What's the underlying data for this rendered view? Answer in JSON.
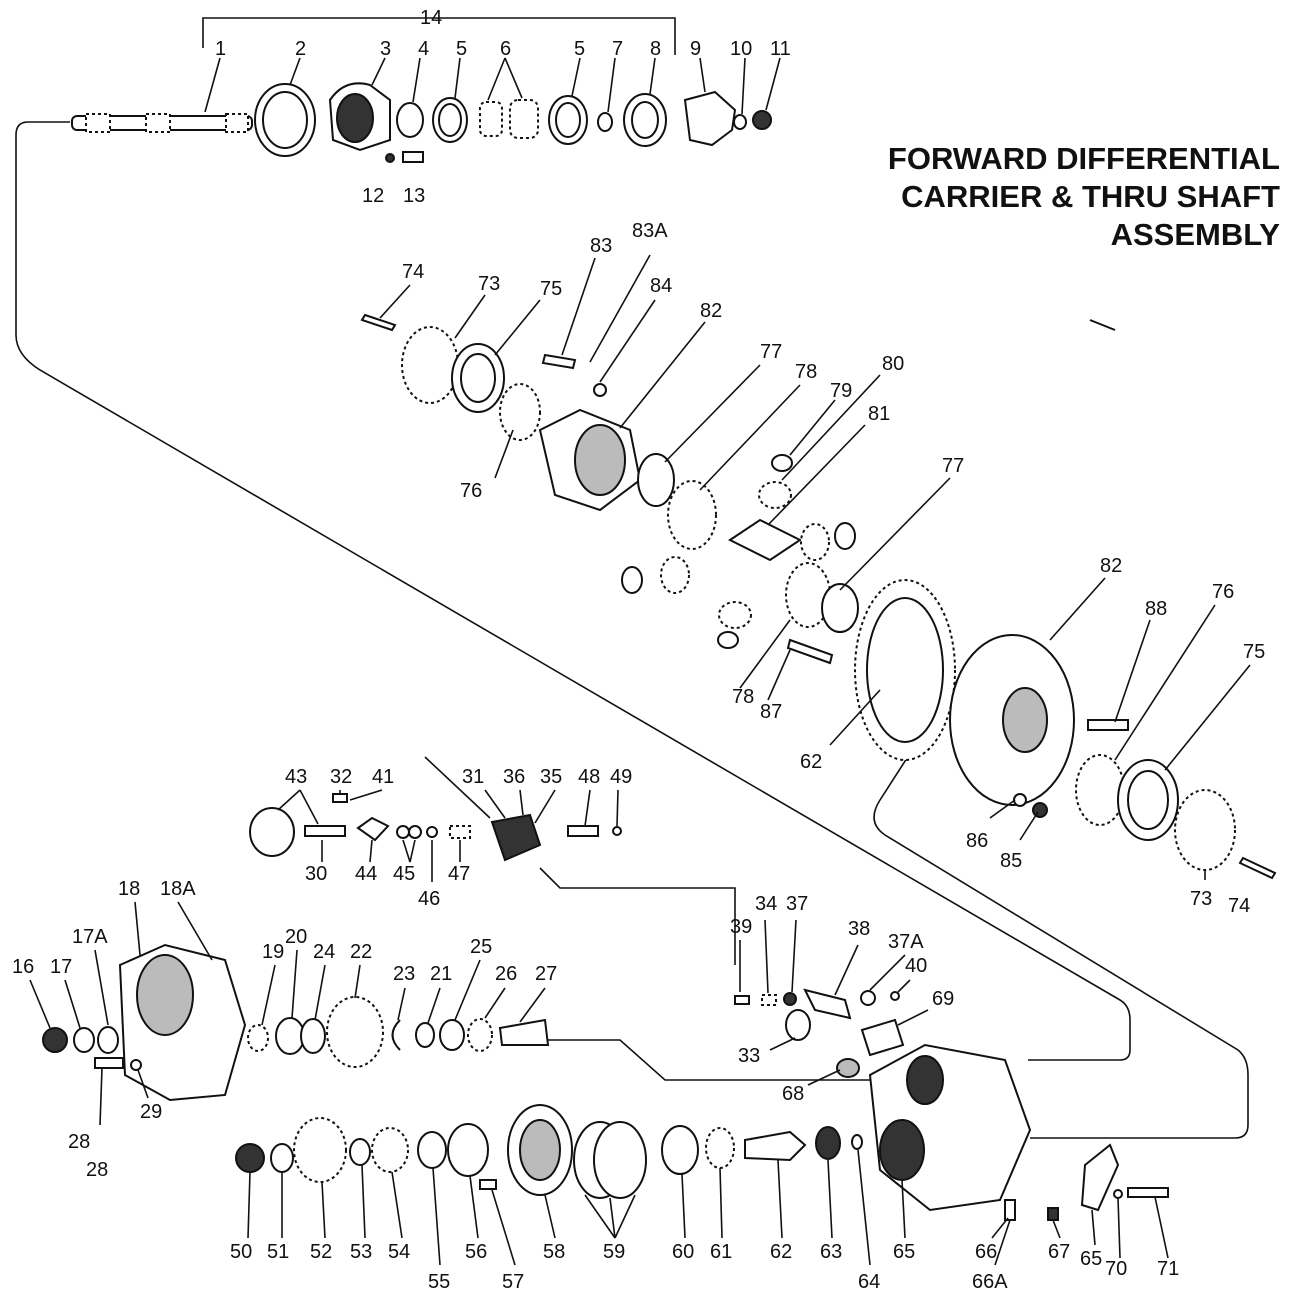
{
  "title": {
    "line1": "FORWARD DIFFERENTIAL",
    "line2": "CARRIER & THRU SHAFT",
    "line3": "ASSEMBLY"
  },
  "labels": [
    {
      "id": "14",
      "text": "14"
    },
    {
      "id": "1",
      "text": "1"
    },
    {
      "id": "2",
      "text": "2"
    },
    {
      "id": "3",
      "text": "3"
    },
    {
      "id": "4",
      "text": "4"
    },
    {
      "id": "5a",
      "text": "5"
    },
    {
      "id": "6",
      "text": "6"
    },
    {
      "id": "5b",
      "text": "5"
    },
    {
      "id": "7",
      "text": "7"
    },
    {
      "id": "8",
      "text": "8"
    },
    {
      "id": "9",
      "text": "9"
    },
    {
      "id": "10",
      "text": "10"
    },
    {
      "id": "11",
      "text": "11"
    },
    {
      "id": "12",
      "text": "12"
    },
    {
      "id": "13",
      "text": "13"
    },
    {
      "id": "74a",
      "text": "74"
    },
    {
      "id": "73a",
      "text": "73"
    },
    {
      "id": "75a",
      "text": "75"
    },
    {
      "id": "83",
      "text": "83"
    },
    {
      "id": "83A",
      "text": "83A"
    },
    {
      "id": "84",
      "text": "84"
    },
    {
      "id": "82a",
      "text": "82"
    },
    {
      "id": "76a",
      "text": "76"
    },
    {
      "id": "77a",
      "text": "77"
    },
    {
      "id": "78a",
      "text": "78"
    },
    {
      "id": "79",
      "text": "79"
    },
    {
      "id": "80",
      "text": "80"
    },
    {
      "id": "81",
      "text": "81"
    },
    {
      "id": "77b",
      "text": "77"
    },
    {
      "id": "78b",
      "text": "78"
    },
    {
      "id": "87",
      "text": "87"
    },
    {
      "id": "62a",
      "text": "62"
    },
    {
      "id": "82b",
      "text": "82"
    },
    {
      "id": "88",
      "text": "88"
    },
    {
      "id": "76b",
      "text": "76"
    },
    {
      "id": "75b",
      "text": "75"
    },
    {
      "id": "86",
      "text": "86"
    },
    {
      "id": "85",
      "text": "85"
    },
    {
      "id": "73b",
      "text": "73"
    },
    {
      "id": "74b",
      "text": "74"
    },
    {
      "id": "43",
      "text": "43"
    },
    {
      "id": "32",
      "text": "32"
    },
    {
      "id": "41",
      "text": "41"
    },
    {
      "id": "30",
      "text": "30"
    },
    {
      "id": "44",
      "text": "44"
    },
    {
      "id": "45",
      "text": "45"
    },
    {
      "id": "46",
      "text": "46"
    },
    {
      "id": "47",
      "text": "47"
    },
    {
      "id": "31",
      "text": "31"
    },
    {
      "id": "36",
      "text": "36"
    },
    {
      "id": "35",
      "text": "35"
    },
    {
      "id": "48",
      "text": "48"
    },
    {
      "id": "49",
      "text": "49"
    },
    {
      "id": "18",
      "text": "18"
    },
    {
      "id": "18A",
      "text": "18A"
    },
    {
      "id": "17A",
      "text": "17A"
    },
    {
      "id": "16",
      "text": "16"
    },
    {
      "id": "17",
      "text": "17"
    },
    {
      "id": "20",
      "text": "20"
    },
    {
      "id": "19",
      "text": "19"
    },
    {
      "id": "24",
      "text": "24"
    },
    {
      "id": "22",
      "text": "22"
    },
    {
      "id": "23",
      "text": "23"
    },
    {
      "id": "21",
      "text": "21"
    },
    {
      "id": "25",
      "text": "25"
    },
    {
      "id": "26",
      "text": "26"
    },
    {
      "id": "27",
      "text": "27"
    },
    {
      "id": "28a",
      "text": "28"
    },
    {
      "id": "28b",
      "text": "28"
    },
    {
      "id": "29",
      "text": "29"
    },
    {
      "id": "39",
      "text": "39"
    },
    {
      "id": "34",
      "text": "34"
    },
    {
      "id": "37",
      "text": "37"
    },
    {
      "id": "38",
      "text": "38"
    },
    {
      "id": "37A",
      "text": "37A"
    },
    {
      "id": "40",
      "text": "40"
    },
    {
      "id": "69",
      "text": "69"
    },
    {
      "id": "33",
      "text": "33"
    },
    {
      "id": "68",
      "text": "68"
    },
    {
      "id": "50",
      "text": "50"
    },
    {
      "id": "51",
      "text": "51"
    },
    {
      "id": "52",
      "text": "52"
    },
    {
      "id": "53",
      "text": "53"
    },
    {
      "id": "54",
      "text": "54"
    },
    {
      "id": "55",
      "text": "55"
    },
    {
      "id": "56",
      "text": "56"
    },
    {
      "id": "57",
      "text": "57"
    },
    {
      "id": "58",
      "text": "58"
    },
    {
      "id": "59",
      "text": "59"
    },
    {
      "id": "60",
      "text": "60"
    },
    {
      "id": "61",
      "text": "61"
    },
    {
      "id": "62b",
      "text": "62"
    },
    {
      "id": "63",
      "text": "63"
    },
    {
      "id": "64",
      "text": "64"
    },
    {
      "id": "65a",
      "text": "65"
    },
    {
      "id": "66",
      "text": "66"
    },
    {
      "id": "66A",
      "text": "66A"
    },
    {
      "id": "67",
      "text": "67"
    },
    {
      "id": "65b",
      "text": "65"
    },
    {
      "id": "70",
      "text": "70"
    },
    {
      "id": "71",
      "text": "71"
    }
  ]
}
